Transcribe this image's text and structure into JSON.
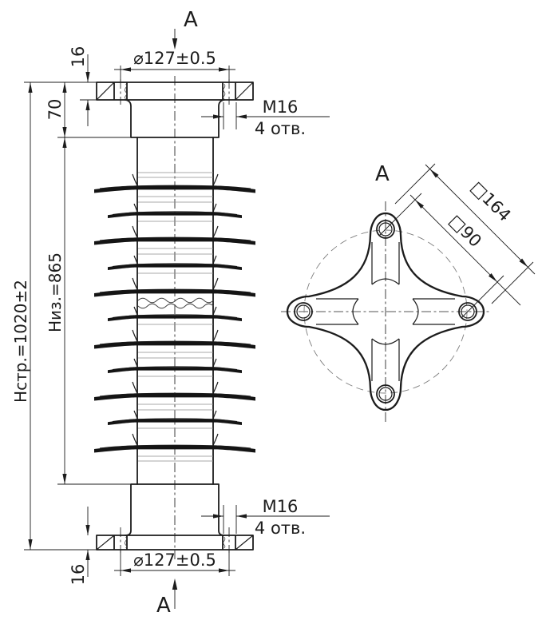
{
  "front_view": {
    "section_arrows": {
      "top": "A",
      "bottom": "A"
    },
    "dims": {
      "flange_diameter_top": "⌀127±0.5",
      "flange_diameter_bottom": "⌀127±0.5",
      "total_height": "Нстр.=1020±2",
      "insulation_height": "Низ.=865",
      "top_flange_to_sheath": "70",
      "flange_thickness_top": "16",
      "flange_thickness_bottom": "16"
    },
    "thread_callout_top": {
      "thread": "M16",
      "holes": "4 отв."
    },
    "thread_callout_bottom": {
      "thread": "M16",
      "holes": "4 отв."
    }
  },
  "top_view": {
    "label": "A",
    "dims": {
      "outer_square": "□164",
      "bolt_square": "□90"
    }
  },
  "style": {
    "line_color": "#1c1c1c",
    "aux_color": "#8f8f8f",
    "background": "#ffffff"
  }
}
